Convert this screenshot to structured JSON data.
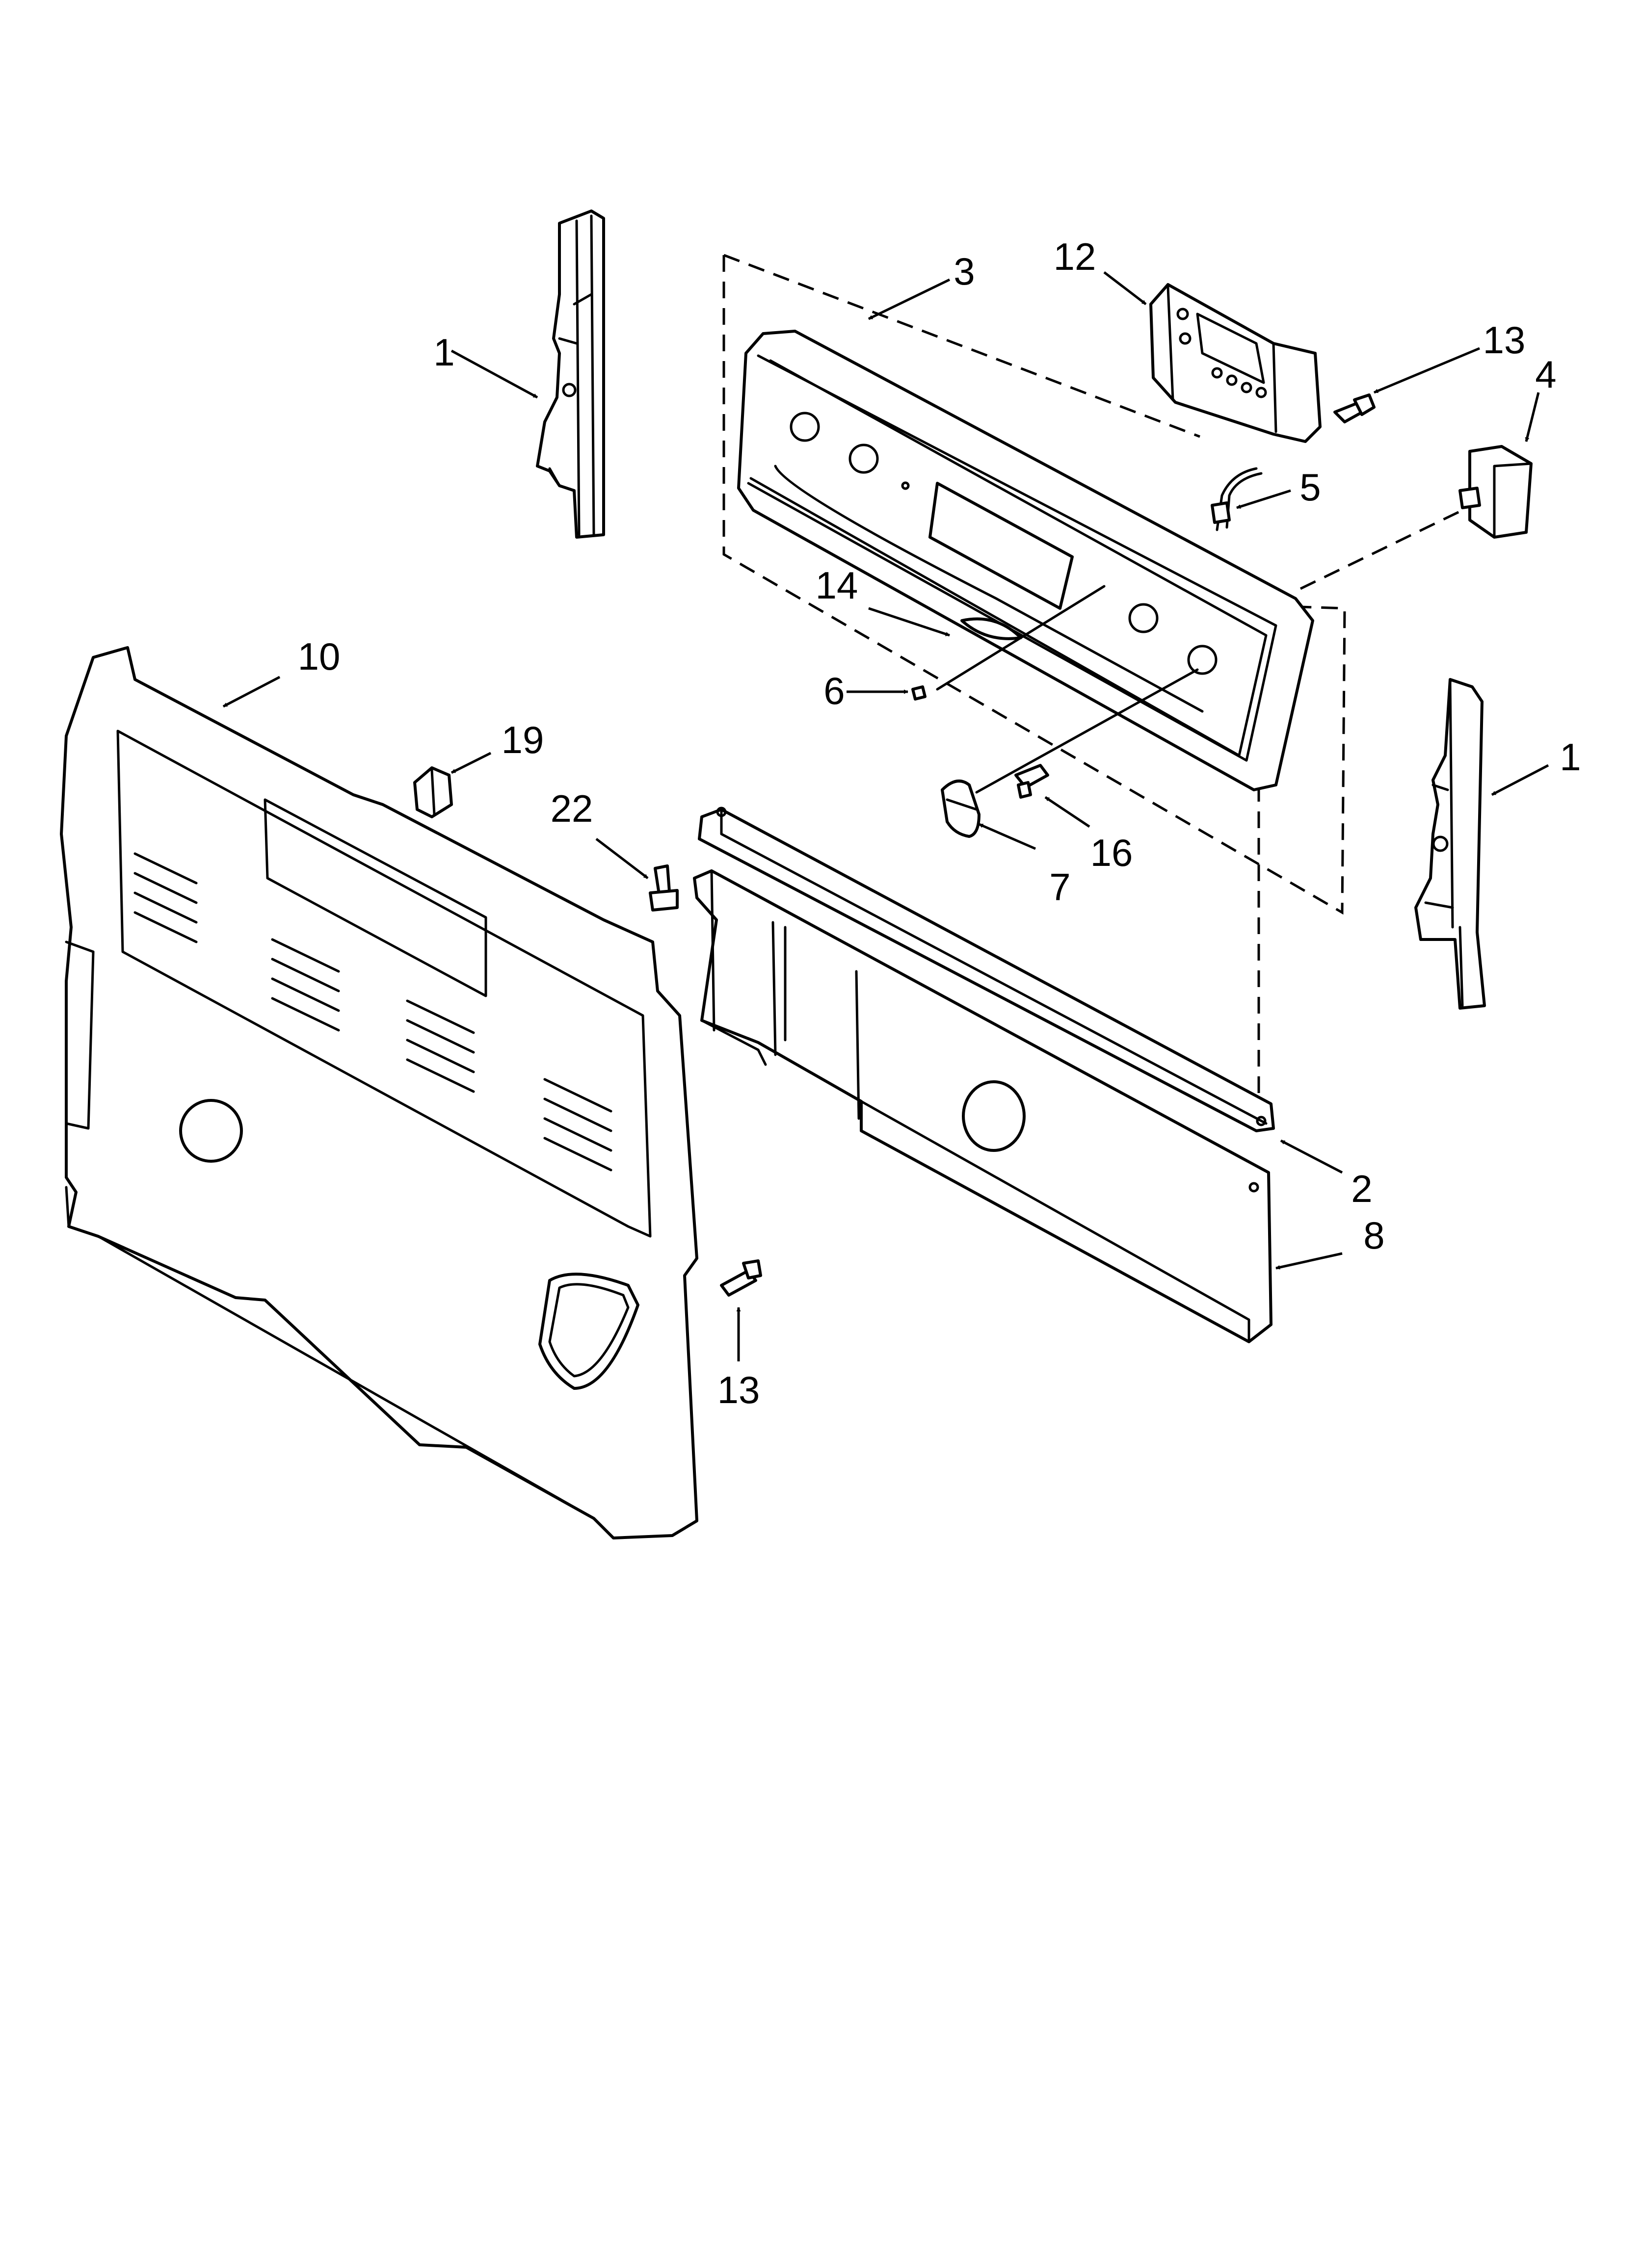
{
  "colors": {
    "line": "#000000",
    "background": "#ffffff"
  },
  "callouts": {
    "c1_left": "1",
    "c1_right": "1",
    "c2": "2",
    "c3": "3",
    "c4": "4",
    "c5": "5",
    "c6": "6",
    "c7": "7",
    "c8": "8",
    "c10": "10",
    "c12": "12",
    "c13_top": "13",
    "c13_bottom": "13",
    "c14": "14",
    "c16": "16",
    "c19": "19",
    "c22": "22"
  }
}
